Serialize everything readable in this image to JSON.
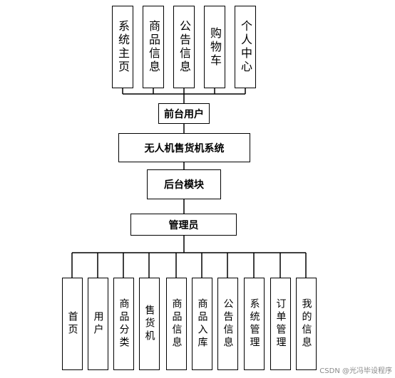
{
  "top_modules": [
    {
      "label": "系统主页"
    },
    {
      "label": "商品信息"
    },
    {
      "label": "公告信息"
    },
    {
      "label": "购物车"
    },
    {
      "label": "个人中心"
    }
  ],
  "front_user": "前台用户",
  "system": "无人机售货机系统",
  "backend": "后台模块",
  "admin": "管理员",
  "bottom_modules": [
    {
      "label": "首页"
    },
    {
      "label": "用户"
    },
    {
      "label": "商品分类"
    },
    {
      "label": "售货机"
    },
    {
      "label": "商品信息"
    },
    {
      "label": "商品入库"
    },
    {
      "label": "公告信息"
    },
    {
      "label": "系统管理"
    },
    {
      "label": "订单管理"
    },
    {
      "label": "我的信息"
    }
  ],
  "watermark": "CSDN @光冯毕设程序"
}
